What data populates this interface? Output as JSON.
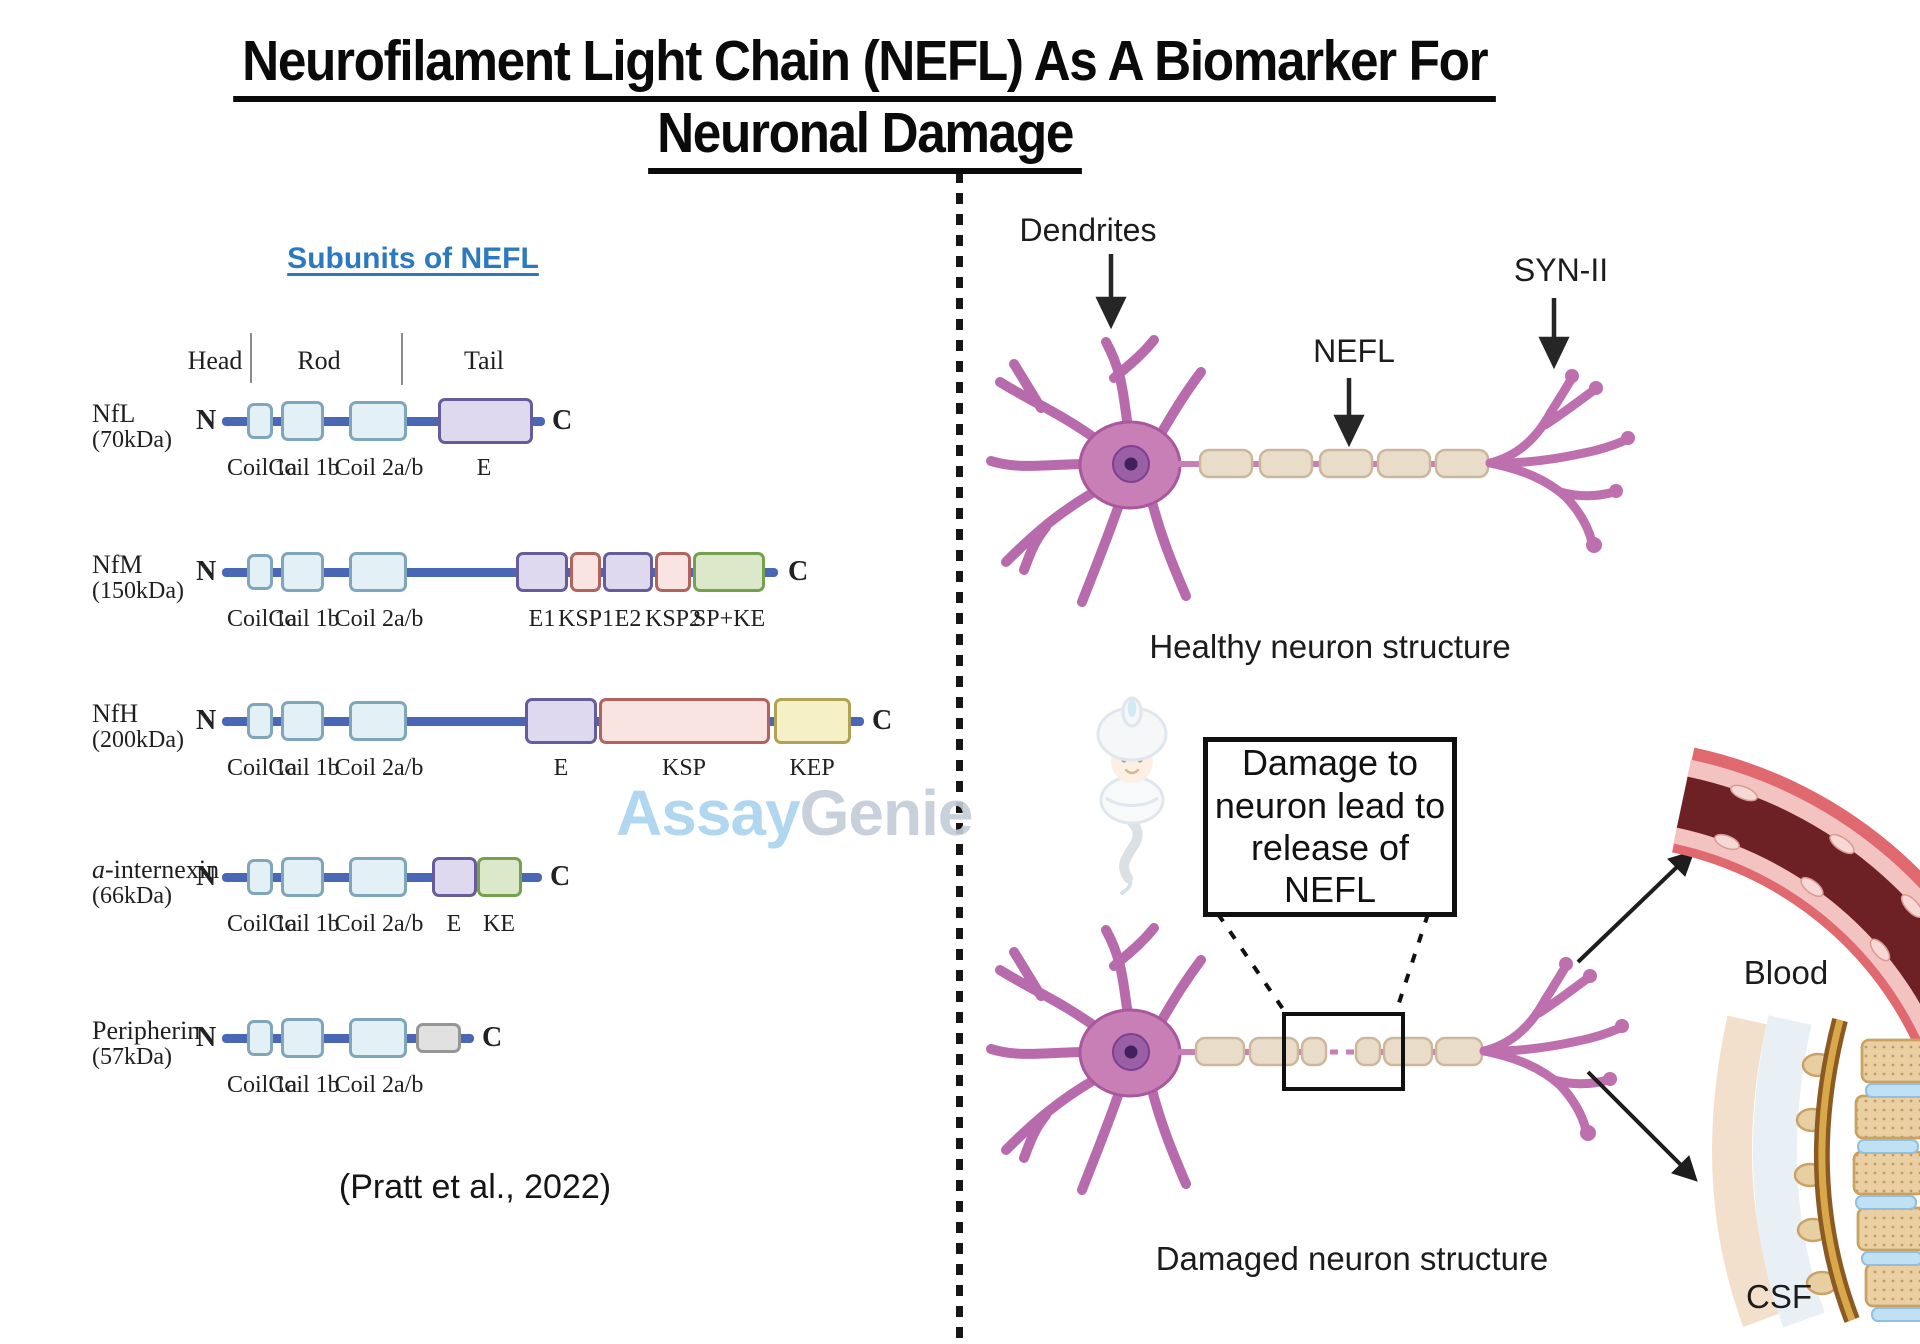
{
  "title": {
    "line1": "Neurofilament Light Chain (NEFL) As A Biomarker For",
    "line2": "Neuronal Damage"
  },
  "left": {
    "heading": "Subunits of NEFL",
    "regions": {
      "head": "Head",
      "rod": "Rod",
      "tail": "Tail"
    },
    "rows": [
      {
        "name": "NfL",
        "mass": "(70kDa)",
        "n": "N",
        "c": "C",
        "labels": [
          "Coil 1a",
          "Coil 1b",
          "Coil 2a/b",
          "E"
        ]
      },
      {
        "name": "NfM",
        "mass": "(150kDa)",
        "n": "N",
        "c": "C",
        "labels": [
          "Coil 1a",
          "Coil 1b",
          "Coil 2a/b",
          "E1",
          "KSP1",
          "E2",
          "KSP2",
          "SP+KE"
        ]
      },
      {
        "name": "NfH",
        "mass": "(200kDa)",
        "n": "N",
        "c": "C",
        "labels": [
          "Coil 1a",
          "Coil 1b",
          "Coil 2a/b",
          "E",
          "KSP",
          "KEP"
        ]
      },
      {
        "name_prefix": "a",
        "name_rest": "-internexin",
        "mass": "(66kDa)",
        "n": "N",
        "c": "C",
        "labels": [
          "Coil 1a",
          "Coil 1b",
          "Coil 2a/b",
          "E",
          "KE"
        ]
      },
      {
        "name": "Peripherin",
        "mass": "(57kDa)",
        "n": "N",
        "c": "C",
        "labels": [
          "Coil 1a",
          "Coil 1b",
          "Coil 2a/b"
        ]
      }
    ],
    "citation": "(Pratt et al., 2022)"
  },
  "right": {
    "dendrites_label": "Dendrites",
    "nefl_label": "NEFL",
    "syn2_label": "SYN-II",
    "healthy_caption": "Healthy neuron structure",
    "damage_box_text": "Damage to neuron lead to release of NEFL",
    "damaged_caption": "Damaged neuron structure",
    "blood_label": "Blood",
    "csf_label": "CSF"
  },
  "watermark": {
    "part1": "Assay",
    "part2": "Genie"
  },
  "colors": {
    "accent_blue": "#2d79c0",
    "backbone_blue": "#4a67b5",
    "neuron_pink": "#c77fb5",
    "myelin_beige": "#e9dcc8",
    "blood_lumen": "#6e2125",
    "blood_wall": "#e0686f",
    "vertebra_tan": "#eacfa2",
    "disc_blue": "#bfe1f3"
  }
}
